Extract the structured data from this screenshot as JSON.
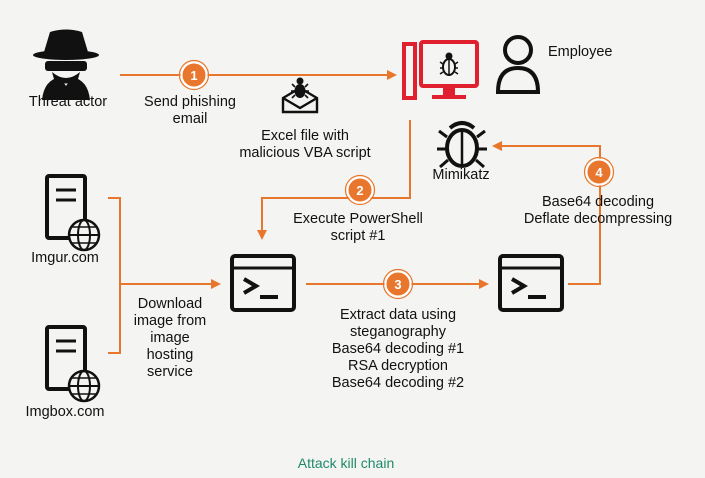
{
  "diagram": {
    "caption": "Attack kill chain",
    "nodes": {
      "threat_actor": "Threat actor",
      "employee": "Employee",
      "mimikatz": "Mimikatz",
      "imgur": "Imgur.com",
      "imgbox": "Imgbox.com"
    },
    "steps": [
      {
        "number": "1",
        "label_line1": "Send phishing",
        "label_line2": "email"
      },
      {
        "number": "2",
        "label_line1": "Execute PowerShell",
        "label_line2": "script #1"
      },
      {
        "number": "3",
        "label_line1": "Extract data using",
        "label_line2": "steganography"
      },
      {
        "number": "4",
        "label_line1": "Base64 decoding",
        "label_line2": "Deflate decompressing"
      }
    ],
    "excel_label": {
      "line1": "Excel file with",
      "line2": "malicious VBA script"
    },
    "download_label": {
      "line1": "Download",
      "line2": "image from",
      "line3": "image",
      "line4": "hosting",
      "line5": "service"
    },
    "extract_details": {
      "line1": "Base64 decoding #1",
      "line2": "RSA decryption",
      "line3": "Base64 decoding #2"
    },
    "colors": {
      "accent": "#e8762c",
      "red": "#e0202e",
      "ink": "#111111",
      "caption": "#1f8a6b",
      "background": "#f4f4f2"
    },
    "icons": [
      "spy-icon",
      "computer-bug-icon",
      "person-icon",
      "envelope-bug-icon",
      "bug-icon",
      "server-globe-icon",
      "terminal-icon"
    ]
  }
}
